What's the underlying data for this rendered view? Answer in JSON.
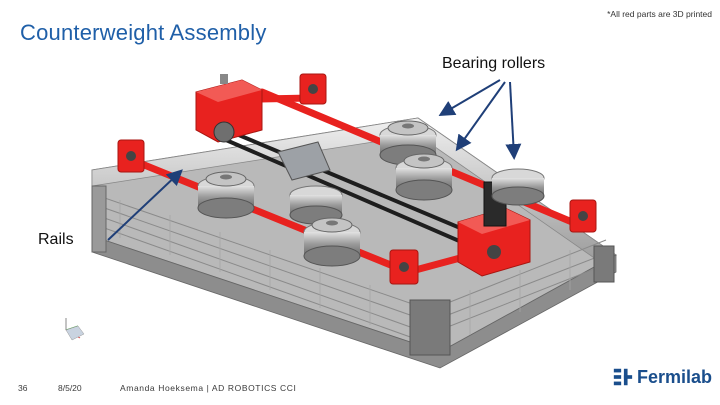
{
  "slide": {
    "title": "Counterweight Assembly",
    "note": "*All red parts are 3D printed",
    "labels": {
      "bearing_rollers": "Bearing rollers",
      "rails": "Rails"
    },
    "footer": {
      "page_number": "36",
      "date": "8/5/20",
      "author": "Amanda Hoeksema | AD ROBOTICS CCI"
    },
    "logo": {
      "text": "Fermilab",
      "icon": "fermilab-logo-icon",
      "color": "#1a4e8c"
    },
    "colors": {
      "title": "#1f5fa8",
      "printed_parts": "#e8221f",
      "arrows": "#1f3f78",
      "extrusion": "#c8c8c8"
    }
  }
}
